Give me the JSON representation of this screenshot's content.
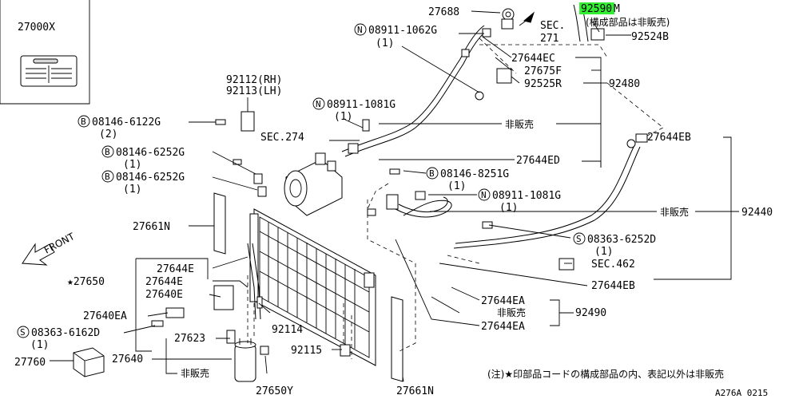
{
  "diagram_id": "A276A 0215",
  "legend_box": {
    "part": "27000X"
  },
  "badges": {
    "B": "B",
    "N": "N",
    "S": "S"
  },
  "labels": {
    "p27688": "27688",
    "p92590m_hl": "92590",
    "p92590m_suffix": "M",
    "constituent_note": "(構成部品は非販売)",
    "sec271_a": "SEC.",
    "sec271_b": "271",
    "p92524b": "92524B",
    "p08911_1062g": "08911-1062G",
    "p08911_1062g_qty": "(1)",
    "p27644ec": "27644EC",
    "p27675f": "27675F",
    "p92525r": "92525R",
    "p92480": "92480",
    "p92112": "92112(RH)",
    "p92113": "92113(LH)",
    "p08911_1081g_a": "08911-1081G",
    "p08911_1081g_a_qty": "(1)",
    "hisaibai_1": "非販売",
    "p08146_6122g": "08146-6122G",
    "p08146_6122g_qty": "(2)",
    "sec274": "SEC.274",
    "p27644ed": "27644ED",
    "p27644eb_top": "27644EB",
    "p08146_6252g_a": "08146-6252G",
    "p08146_6252g_a_qty": "(1)",
    "p08146_6252g_b": "08146-6252G",
    "p08146_6252g_b_qty": "(1)",
    "p08146_8251g": "08146-8251G",
    "p08146_8251g_qty": "(1)",
    "p08911_1081g_b": "08911-1081G",
    "p08911_1081g_b_qty": "(1)",
    "hisaibai_2": "非販売",
    "p92440": "92440",
    "p27661n_top": "27661N",
    "front": "FRONT",
    "p08363_6252d": "08363-6252D",
    "p08363_6252d_qty": "(1)",
    "sec462": "SEC.462",
    "p27644e_a": "27644E",
    "p27650": "★27650",
    "p27644e_b": "27644E",
    "p27640e": "27640E",
    "p27644eb_bot": "27644EB",
    "p27640ea": "27640EA",
    "p27644ea_a": "27644EA",
    "hisaibai_3": "非販売",
    "p92490": "92490",
    "p08363_6162d": "08363-6162D",
    "p08363_6162d_qty": "(1)",
    "p92114": "92114",
    "p27644ea_b": "27644EA",
    "p27623": "27623",
    "p92115": "92115",
    "p27760": "27760",
    "p27640": "27640",
    "hisaibai_4": "非販売",
    "p27650y": "27650Y",
    "p27661n_bot": "27661N",
    "footnote": "(注)★印部品コードの構成部品の内、表記以外は非販売"
  },
  "colors": {
    "highlight": "#33ee33",
    "line": "#000000",
    "fill": "#ffffff"
  }
}
